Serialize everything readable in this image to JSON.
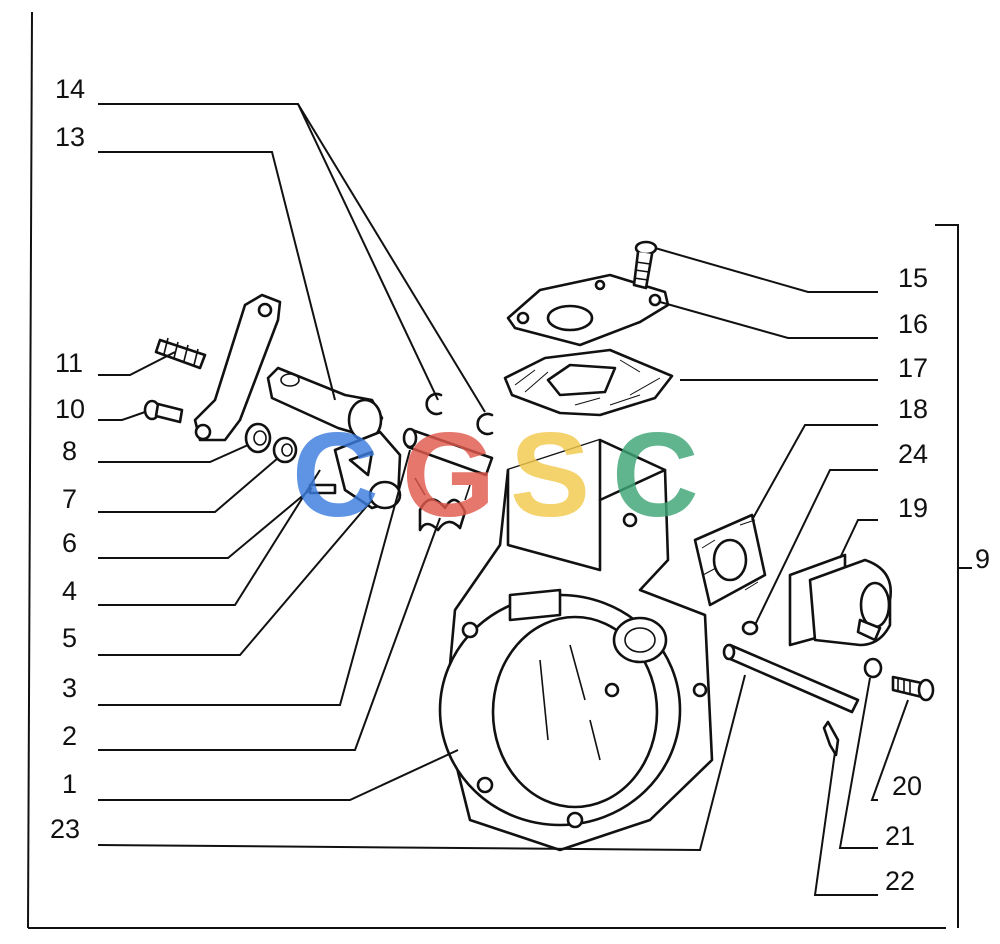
{
  "labels_left": [
    "14",
    "13",
    "11",
    "10",
    "8",
    "7",
    "6",
    "4",
    "5",
    "3",
    "2",
    "1",
    "23"
  ],
  "labels_right": [
    "15",
    "16",
    "17",
    "18",
    "24",
    "19",
    "20",
    "21",
    "22"
  ],
  "bracket_label": "9",
  "watermark": {
    "letters": [
      "C",
      "G",
      "S",
      "C"
    ],
    "colors": [
      "#3b7ddd",
      "#e05a4e",
      "#f2c94c",
      "#3ea676"
    ]
  }
}
